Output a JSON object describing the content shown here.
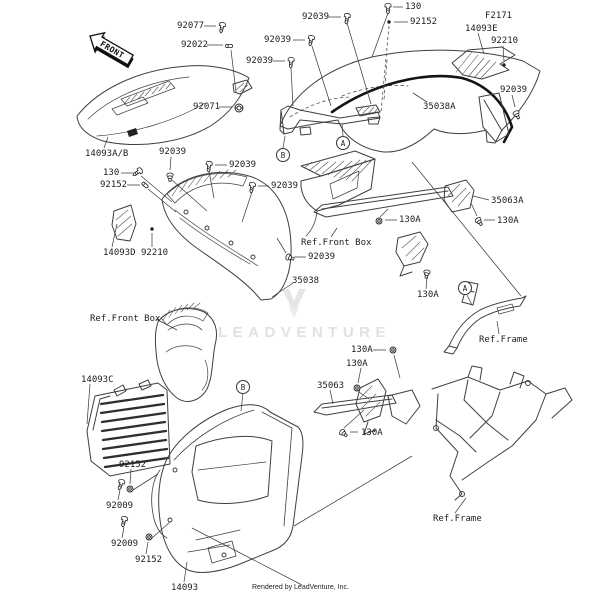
{
  "front_marker": {
    "label": "FRONT"
  },
  "watermark": {
    "text": "LEADVENTURE",
    "logo": "leadventure-v-logo",
    "color": "#e1e1e1"
  },
  "footer": {
    "credit": "Rendered by LeadVenture, Inc."
  },
  "callouts": {
    "a": "A",
    "b": "B"
  },
  "colors": {
    "line": "#3f3f3f",
    "label": "#1c1c1c",
    "accent_edge": "#141414"
  },
  "labels": {
    "92077": "92077",
    "92022": "92022",
    "92071": "92071",
    "92039": "92039",
    "130": "130",
    "92152": "92152",
    "f2171": "F2171",
    "14093e": "14093E",
    "92210": "92210",
    "35038a": "35038A",
    "14093ab": "14093A/B",
    "14093d": "14093D",
    "35038": "35038",
    "ref_front_box": "Ref.Front Box",
    "35063a": "35063A",
    "130a": "130A",
    "ref_frame": "Ref.Frame",
    "35063": "35063",
    "14093c": "14093C",
    "92009": "92009",
    "14093": "14093"
  }
}
